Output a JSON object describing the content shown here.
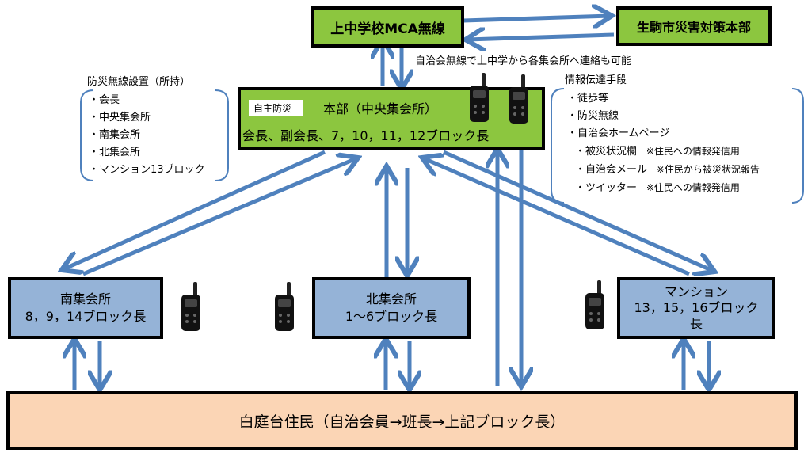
{
  "top": {
    "mca_box": "上中学校MCA無線",
    "city_box": "生駒市災害対策本部",
    "note": "自治会無線で上中学から各集会所へ連絡も可能"
  },
  "hq": {
    "tag": "自主防災",
    "title": "本部（中央集会所）",
    "members": "会長、副会長、7，10，11，12ブロック長"
  },
  "radio_list": {
    "title": "防災無線設置（所持）",
    "items": [
      "・会長",
      "・中央集会所",
      "・南集会所",
      "・北集会所",
      "・マンション13ブロック"
    ]
  },
  "info_list": {
    "title": "情報伝達手段",
    "items": [
      "・徒歩等",
      "・防災無線",
      "・自治会ホームページ"
    ],
    "subitems": [
      {
        "name": "・被災状況欄",
        "note": "※住民への情報発信用"
      },
      {
        "name": "・自治会メール",
        "note": "※住民から被災状況報告"
      },
      {
        "name": "・ツイッター",
        "note": "※住民への情報発信用"
      }
    ]
  },
  "south": {
    "line1": "南集会所",
    "line2": "8，9，14ブロック長"
  },
  "north": {
    "line1": "北集会所",
    "line2": "1～6ブロック長"
  },
  "mansion": {
    "line1": "マンション",
    "line2": "13，15，16ブロック",
    "line3": "長"
  },
  "residents": "白庭台住民（自治会員→班長→上記ブロック長）",
  "colors": {
    "green": "#8cc63f",
    "blue": "#95b3d7",
    "peach": "#fbd5b5",
    "arrow": "#4f81bd"
  }
}
